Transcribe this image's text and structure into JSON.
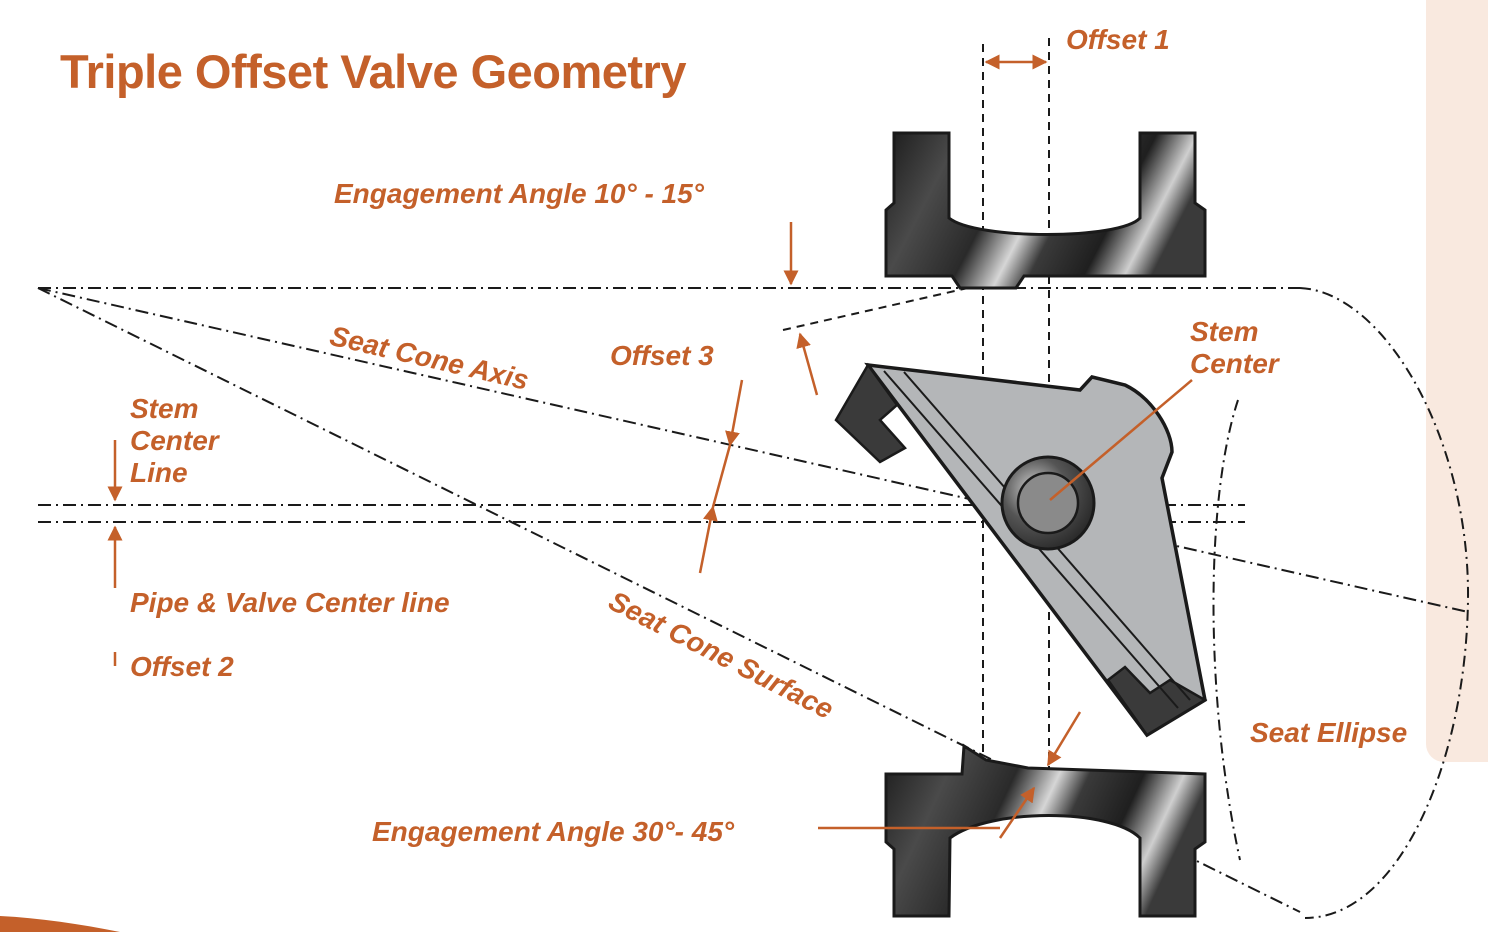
{
  "title": "Triple Offset Valve Geometry",
  "labels": {
    "offset_1": "Offset 1",
    "engagement_angle_top": "Engagement Angle 10° - 15°",
    "seat_cone_axis": "Seat Cone Axis",
    "offset_3": "Offset 3",
    "stem_center": "Stem Center",
    "stem_center_line": "Stem Center Line",
    "pipe_valve_center_line": "Pipe & Valve Center line",
    "offset_2": "Offset 2",
    "seat_cone_surface": "Seat Cone Surface",
    "seat_ellipse": "Seat Ellipse",
    "engagement_angle_bottom": "Engagement Angle 30°- 45°"
  },
  "colors": {
    "accent": "#c4602a",
    "line": "#1a1a1a",
    "disc": "#b4b6b8",
    "panel": "#f9e9df"
  }
}
